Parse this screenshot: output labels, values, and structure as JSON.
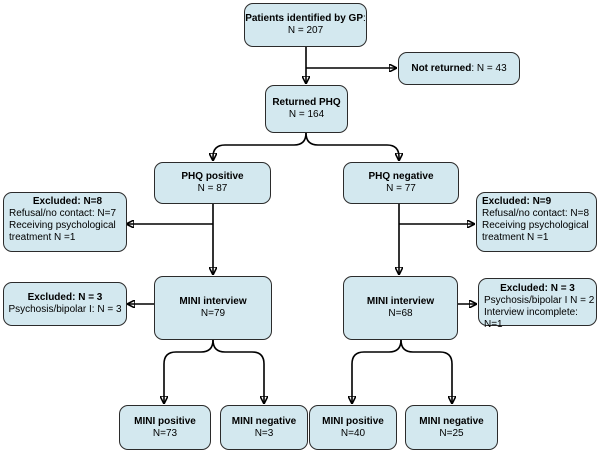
{
  "nodes": {
    "gp": {
      "title": "Patients identified by GP",
      "title_suffix": ":",
      "value": "N = 207"
    },
    "not_returned": {
      "title": "Not returned",
      "title_suffix": ":",
      "value": " N = 43"
    },
    "returned": {
      "title": "Returned PHQ",
      "value": "N = 164"
    },
    "phq_pos": {
      "title": "PHQ positive",
      "value": "N = 87"
    },
    "phq_neg": {
      "title": "PHQ negative",
      "value": "N = 77"
    },
    "excl_left": {
      "title": "Excluded: N=8",
      "lines": [
        "Refusal/no contact: N=7",
        "Receiving psychological",
        "treatment N =1"
      ]
    },
    "excl_right": {
      "title": "Excluded: N=9",
      "lines": [
        "Refusal/no contact: N=8",
        "Receiving psychological",
        "treatment N =1"
      ]
    },
    "mini_left": {
      "title": "MINI interview",
      "value": "N=79"
    },
    "mini_right": {
      "title": "MINI interview",
      "value": "N=68"
    },
    "excl_mini_left": {
      "title": "Excluded: N = 3",
      "lines": [
        "Psychosis/bipolar I: N = 3"
      ]
    },
    "excl_mini_right": {
      "title": "Excluded: N = 3",
      "lines": [
        "Psychosis/bipolar I N = 2",
        "Interview incomplete: N=1"
      ]
    },
    "mini_pos_l": {
      "title": "MINI positive",
      "value": "N=73"
    },
    "mini_neg_l": {
      "title": "MINI negative",
      "value": "N=3"
    },
    "mini_pos_r": {
      "title": "MINI positive",
      "value": "N=40"
    },
    "mini_neg_r": {
      "title": "MINI negative",
      "value": "N=25"
    }
  },
  "colors": {
    "box_fill": "#d3e8ef",
    "box_border": "#2b2b2b",
    "edge": "#000000"
  }
}
